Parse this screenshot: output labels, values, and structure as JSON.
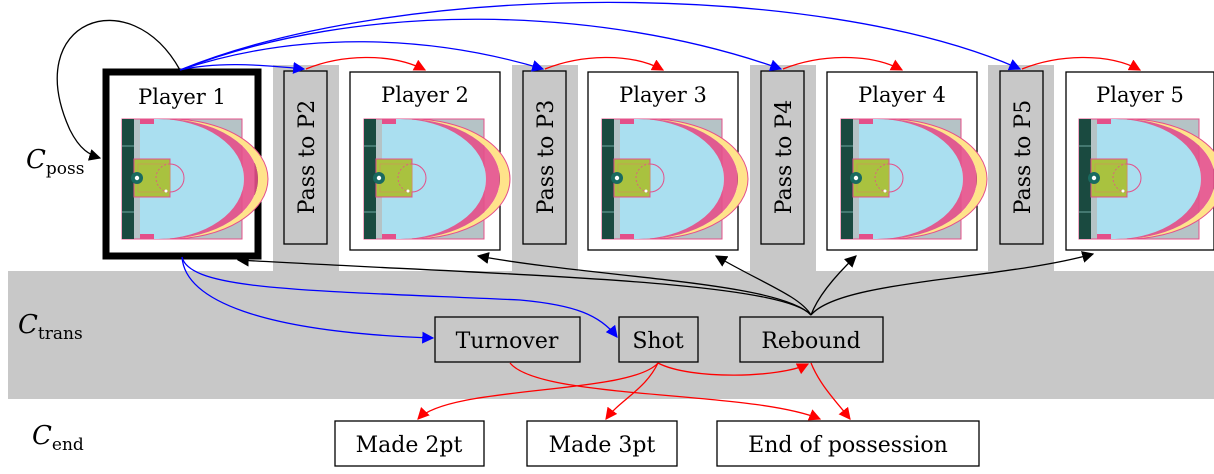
{
  "zones": {
    "poss": {
      "base": "C",
      "sub": "poss"
    },
    "trans": {
      "base": "C",
      "sub": "trans"
    },
    "end": {
      "base": "C",
      "sub": "end"
    }
  },
  "players": [
    {
      "id": "p1",
      "label": "Player 1",
      "selected": true
    },
    {
      "id": "p2",
      "label": "Player 2",
      "selected": false
    },
    {
      "id": "p3",
      "label": "Player 3",
      "selected": false
    },
    {
      "id": "p4",
      "label": "Player 4",
      "selected": false
    },
    {
      "id": "p5",
      "label": "Player 5",
      "selected": false
    }
  ],
  "passes": [
    {
      "id": "pass-p2",
      "label": "Pass to P2"
    },
    {
      "id": "pass-p3",
      "label": "Pass to P3"
    },
    {
      "id": "pass-p4",
      "label": "Pass to P4"
    },
    {
      "id": "pass-p5",
      "label": "Pass to P5"
    }
  ],
  "transitions": {
    "turnover": "Turnover",
    "shot": "Shot",
    "rebound": "Rebound"
  },
  "ends": {
    "made2": "Made 2pt",
    "made3": "Made 3pt",
    "endposs": "End of possession"
  },
  "colors": {
    "shade": "#c8c8c8",
    "blue_edge": "#0000ff",
    "red_edge": "#ff0000",
    "black_edge": "#000000",
    "court_bg": "#b5c3c6",
    "court_paint": "#aadff0",
    "court_key": "#a9c23f",
    "court_arc": "#ffe38a",
    "court_line": "#e4508a",
    "court_baseline": "#1a4a40"
  }
}
